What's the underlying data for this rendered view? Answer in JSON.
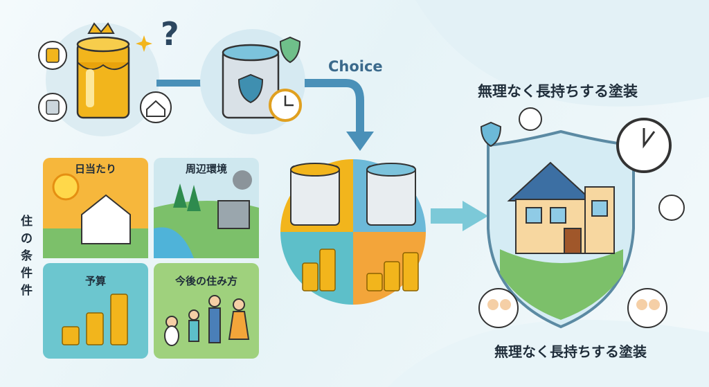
{
  "flow": {
    "question_mark": "?",
    "choice_label": "Choice"
  },
  "conditions": {
    "vertical_label": "住の条件件",
    "tiles": [
      {
        "label": "日当たり"
      },
      {
        "label": "周辺環境"
      },
      {
        "label": "予算"
      },
      {
        "label": "今後の住み方"
      }
    ]
  },
  "result": {
    "title": "無理なく長持ちする塗装",
    "caption": "無理なく長持ちする塗装"
  },
  "colors": {
    "gold": "#f2b51c",
    "silver": "#c9d3da",
    "accent_blue": "#4a90b8",
    "shield": "#bfe0ee",
    "green": "#7cc06a",
    "orange": "#f3a53a",
    "teal": "#5dbfc9"
  }
}
